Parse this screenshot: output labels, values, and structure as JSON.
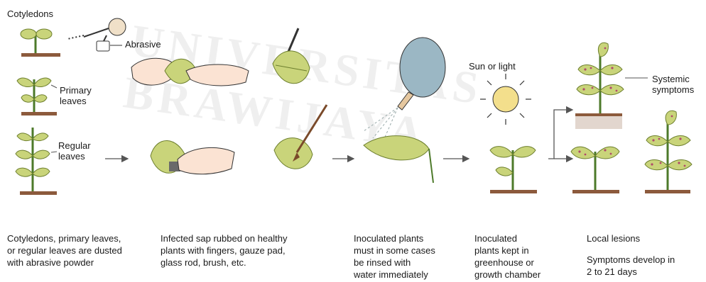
{
  "watermark": "UNIVERSITAS BRAWIJAYA",
  "labels": {
    "cotyledons": "Cotyledons",
    "abrasive": "Abrasive",
    "primary_leaves": "Primary\nleaves",
    "regular_leaves": "Regular\nleaves",
    "sun_or_light": "Sun or light",
    "systemic_symptoms": "Systemic\nsymptoms"
  },
  "captions": [
    "Cotyledons, primary leaves,\nor regular leaves are dusted\nwith abrasive powder",
    "Infected sap rubbed on healthy\nplants with fingers, gauze pad,\nglass rod, brush, etc.",
    "Inoculated plants\nmust in some cases\nbe rinsed with\nwater immediately",
    "Inoculated\nplants kept in\ngreenhouse or\ngrowth chamber",
    "Local lesions",
    "Symptoms develop in\n2 to 21 days"
  ],
  "colors": {
    "leaf": "#c9d47a",
    "leaf_dark": "#8fa03c",
    "stem": "#4d7a2a",
    "soil": "#8c5a3c",
    "skin": "#fbe3d3",
    "lesion": "#b04a6a",
    "sun": "#f3df8c",
    "bulb": "#9bb7c4"
  }
}
